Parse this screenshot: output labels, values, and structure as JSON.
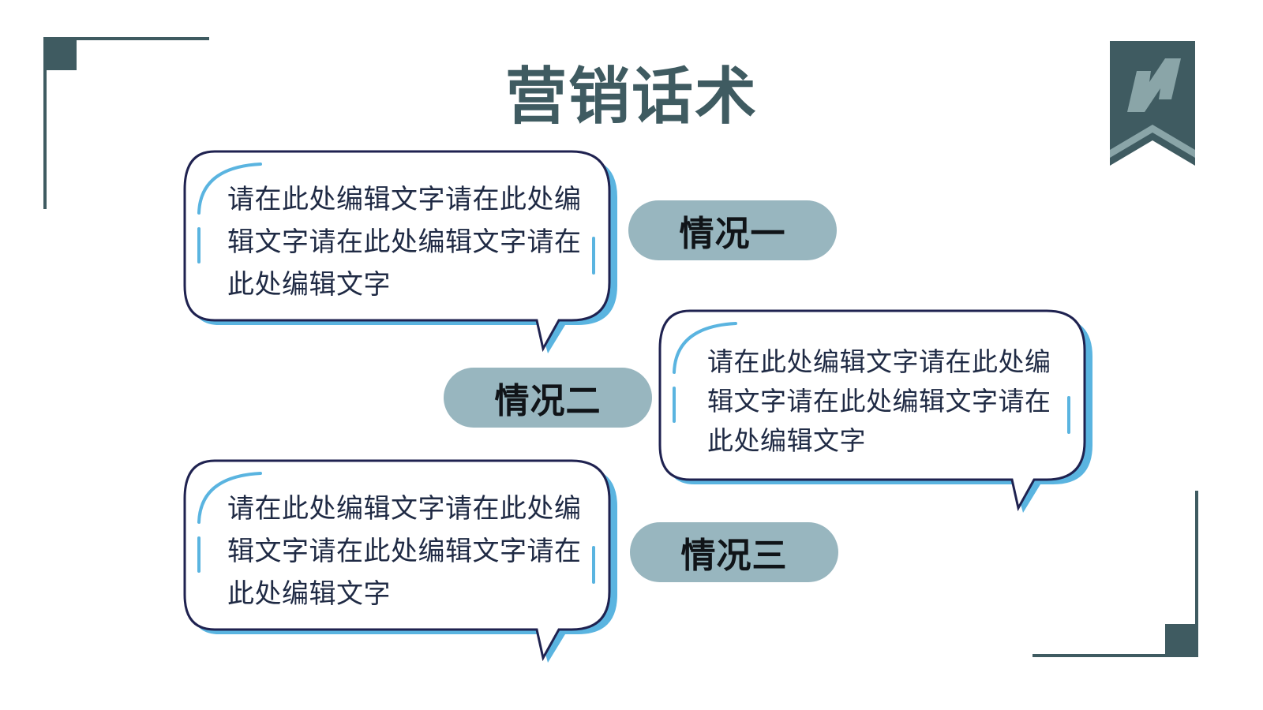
{
  "title": "营销话术",
  "situations": [
    {
      "label": "情况一",
      "text": "请在此处编辑文字请在此处编辑文字请在此处编辑文字请在此处编辑文字"
    },
    {
      "label": "情况二",
      "text": "请在此处编辑文字请在此处编辑文字请在此处编辑文字请在此处编辑文字"
    },
    {
      "label": "情况三",
      "text": "请在此处编辑文字请在此处编辑文字请在此处编辑文字请在此处编辑文字"
    }
  ],
  "colors": {
    "primary": "#3f5b61",
    "pill": "#98b6bf",
    "accent_blue": "#5ab4e0",
    "outline": "#1f2250",
    "text": "#1f2a44"
  },
  "icons": {
    "corner_badge": "bookmark-n-icon"
  }
}
